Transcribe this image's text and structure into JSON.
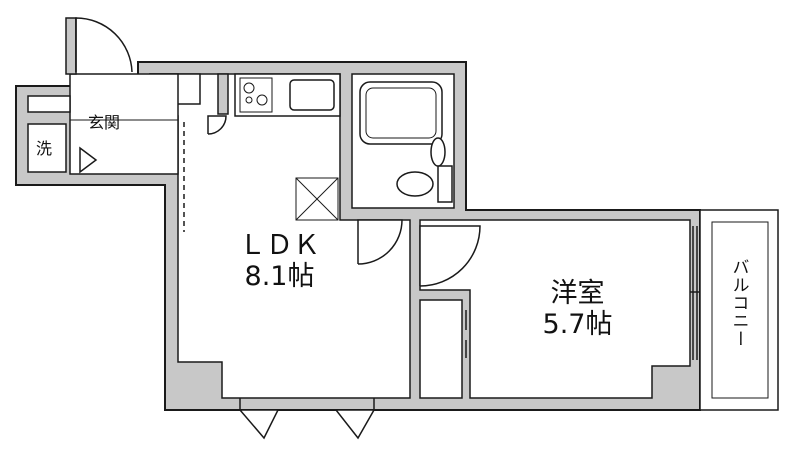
{
  "rooms": {
    "ldk_name": "ＬＤＫ",
    "ldk_size": "8.1帖",
    "western_name": "洋室",
    "western_size": "5.7帖",
    "entrance": "玄関",
    "washer": "洗",
    "balcony": "バルコニー"
  },
  "colors": {
    "wall": "#c8c8c8",
    "line": "#1a1a1a",
    "background": "#ffffff"
  }
}
